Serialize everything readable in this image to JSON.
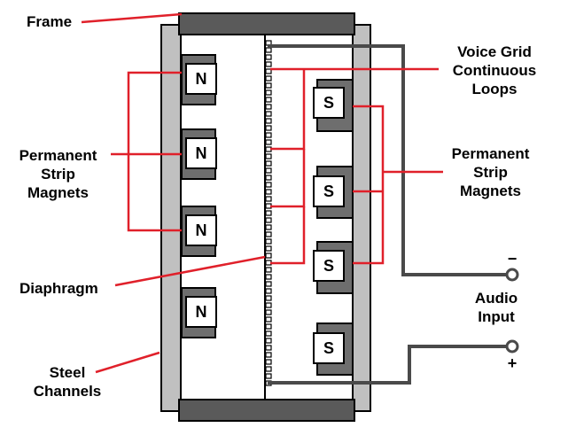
{
  "labels": {
    "frame": "Frame",
    "voice_grid": [
      "Voice Grid",
      "Continuous",
      "Loops"
    ],
    "permanent_magnets_left": [
      "Permanent",
      "Strip",
      "Magnets"
    ],
    "permanent_magnets_right": [
      "Permanent",
      "Strip",
      "Magnets"
    ],
    "diaphragm": "Diaphragm",
    "audio_input": [
      "Audio",
      "Input"
    ],
    "steel_channels": [
      "Steel",
      "Channels"
    ]
  },
  "polarity": {
    "negative": "−",
    "positive": "+"
  },
  "magnets": {
    "left_pole": "N",
    "right_pole": "S"
  },
  "colors": {
    "leader": "#e0202a",
    "wire": "#4a4a4a",
    "frame_bar": "#5a5a5a",
    "channel": "#c0c0c0",
    "magnet_body": "#6e6e6e",
    "magnet_face": "#ffffff"
  }
}
